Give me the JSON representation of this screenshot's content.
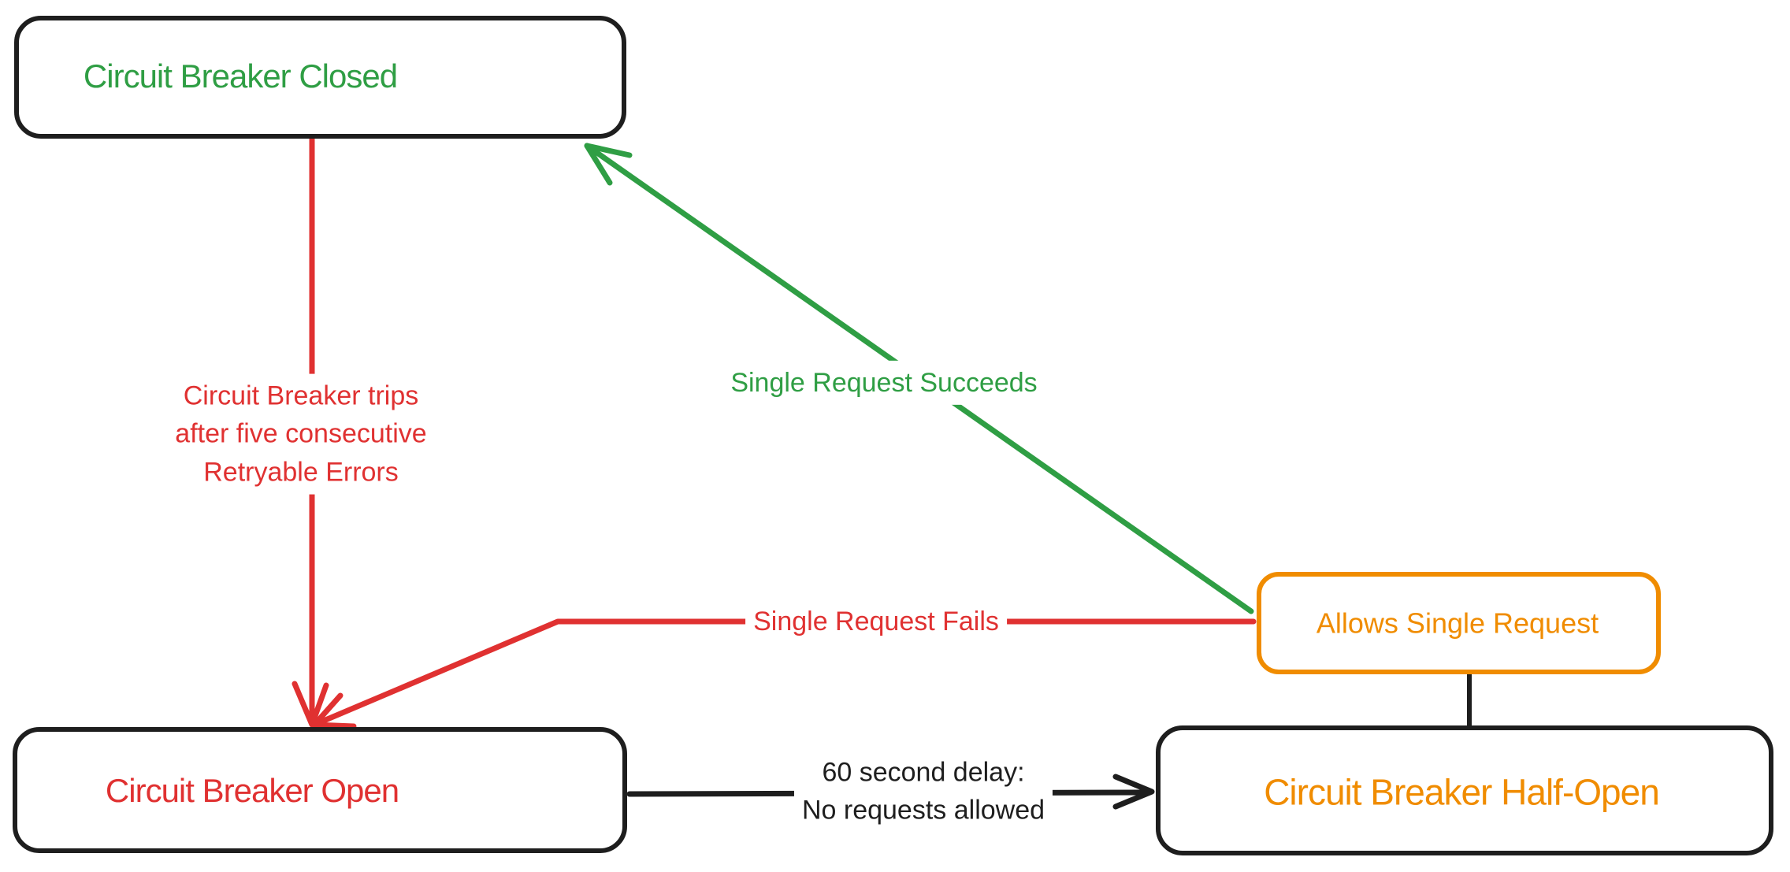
{
  "colors": {
    "green": "#2f9e44",
    "red": "#e03131",
    "orange": "#f08c00",
    "ink": "#1e1e1e",
    "background": "#ffffff"
  },
  "nodes": {
    "closed": {
      "label": "Circuit Breaker Closed",
      "text_color": "#2f9e44",
      "border_color": "#1e1e1e"
    },
    "open": {
      "label": "Circuit Breaker Open",
      "text_color": "#e03131",
      "border_color": "#1e1e1e"
    },
    "half_open": {
      "label": "Circuit Breaker Half-Open",
      "text_color": "#f08c00",
      "border_color": "#1e1e1e"
    },
    "allows": {
      "label": "Allows Single Request",
      "text_color": "#f08c00",
      "border_color": "#f08c00"
    }
  },
  "edges": {
    "trips": {
      "from": "closed",
      "to": "open",
      "color": "#e03131",
      "lines": [
        "Circuit Breaker trips",
        "after five consecutive",
        "Retryable Errors"
      ]
    },
    "succeeds": {
      "from": "allows",
      "to": "closed",
      "color": "#2f9e44",
      "label": "Single Request Succeeds"
    },
    "fails": {
      "from": "allows",
      "to": "open",
      "color": "#e03131",
      "label": "Single Request Fails"
    },
    "delay": {
      "from": "open",
      "to": "half_open",
      "color": "#1e1e1e",
      "lines": [
        "60 second delay:",
        "No requests allowed"
      ]
    },
    "probe": {
      "from": "allows",
      "to": "half_open",
      "color": "#1e1e1e",
      "label": ""
    }
  }
}
